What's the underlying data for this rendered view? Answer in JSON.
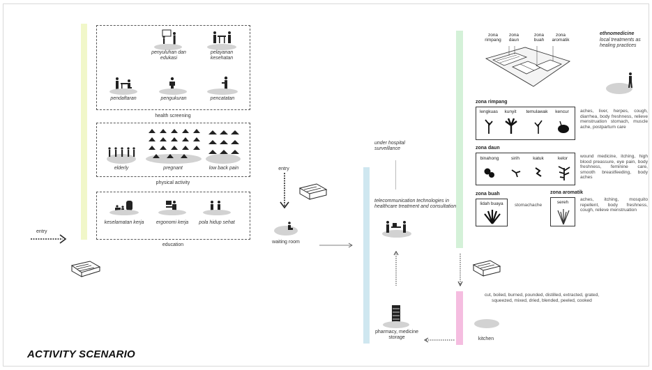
{
  "title": "ACTIVITY SCENARIO",
  "left": {
    "entry": "entry",
    "health_screening": {
      "caption": "health screening",
      "items": [
        "penyuluhan dan edukasi",
        "pelayanan kesehatan",
        "pendaftaran",
        "pengukuran",
        "pencatatan"
      ]
    },
    "physical_activity": {
      "caption": "physical activity",
      "items": [
        "elderly",
        "pregnant",
        "low back pain"
      ]
    },
    "education": {
      "caption": "education",
      "items": [
        "keselamatan kerja",
        "ergonomi kerja",
        "pola hidup sehat"
      ]
    }
  },
  "middle": {
    "entry": "entry",
    "waiting_room": "waiting room",
    "surveillance": "under hospital surveillance",
    "telecom": "telecommunication technologies in healthcare treatment and consultation",
    "pharmacy": "pharmacy, medicine storage"
  },
  "right": {
    "zone_labels": [
      "zona rimpang",
      "zona daun",
      "zona buah",
      "zona aromatik"
    ],
    "ethno_title": "ethnomedicine",
    "ethno_sub": "local treatments as healing practices",
    "rimpang": {
      "title": "zona rimpang",
      "plants": [
        "lengkuas",
        "kunyit",
        "temulawak",
        "kencur"
      ],
      "desc": "aches, liver, herpes, cough, diarrhea, body freshness, relieve menstruation stomach, muscle ache, postpartum care"
    },
    "daun": {
      "title": "zona daun",
      "plants": [
        "binahong",
        "sirih",
        "katuk",
        "kelor"
      ],
      "desc": "wound medicine, itching, high blood preassure, eye pain, body freshness, feminine care, smooth breastfeeding, body aches"
    },
    "buah": {
      "title": "zona buah",
      "plant": "lidah buaya",
      "desc": "stomachache"
    },
    "aromatik": {
      "title": "zona aromatik",
      "plant": "sereh",
      "desc": "aches, itching, mosquito repellent, body freshness, cough, relieve menstruation"
    },
    "kitchen_desc": "cut, boiled, burned, pounded, distilled, extracted, grated, squeezed, mixed, dried, blended, peeled, cooked",
    "kitchen": "kitchen"
  },
  "colors": {
    "yellow_bar": "#f1f7c9",
    "blue_bar": "#cfe7f0",
    "green_bar": "#d4f1d8",
    "pink_bar": "#f5bde0"
  }
}
